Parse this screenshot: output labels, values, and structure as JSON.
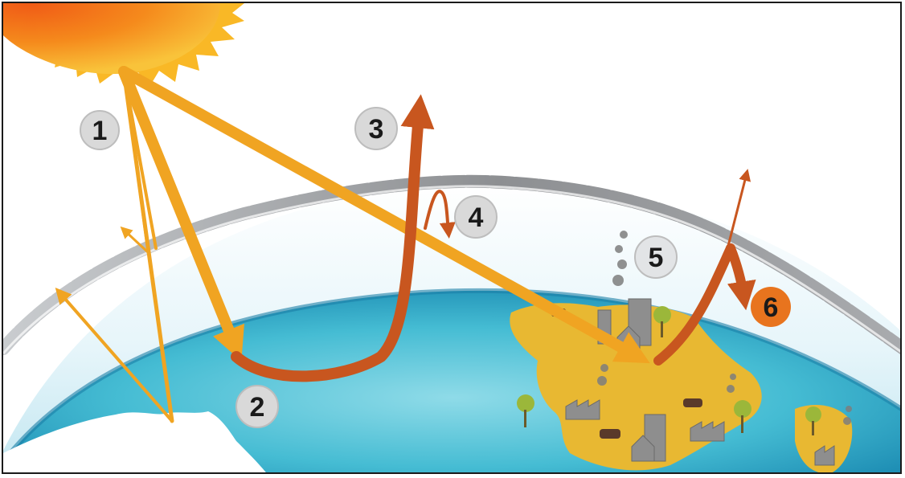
{
  "diagram": {
    "labels": [
      {
        "id": "1",
        "text": "1",
        "style": "grey"
      },
      {
        "id": "2",
        "text": "2",
        "style": "grey"
      },
      {
        "id": "3",
        "text": "3",
        "style": "grey"
      },
      {
        "id": "4",
        "text": "4",
        "style": "grey"
      },
      {
        "id": "5",
        "text": "5",
        "style": "grey"
      },
      {
        "id": "6",
        "text": "6",
        "style": "orange"
      }
    ],
    "colors": {
      "sun": "#f7a21b",
      "incoming_arrow": "#f0a422",
      "outgoing_arrow": "#c8561f",
      "atmosphere_cloud": "#c9cccf",
      "pollution_cloud": "#8a8a8a",
      "ocean": "#2aa7c4",
      "ocean_light": "#7fd4e3",
      "land": "#e8b832",
      "ice": "#ffffff",
      "label_bg": "#d9d9d9",
      "label_highlight": "#e8741e",
      "label_text": "#1a1a1a"
    }
  }
}
